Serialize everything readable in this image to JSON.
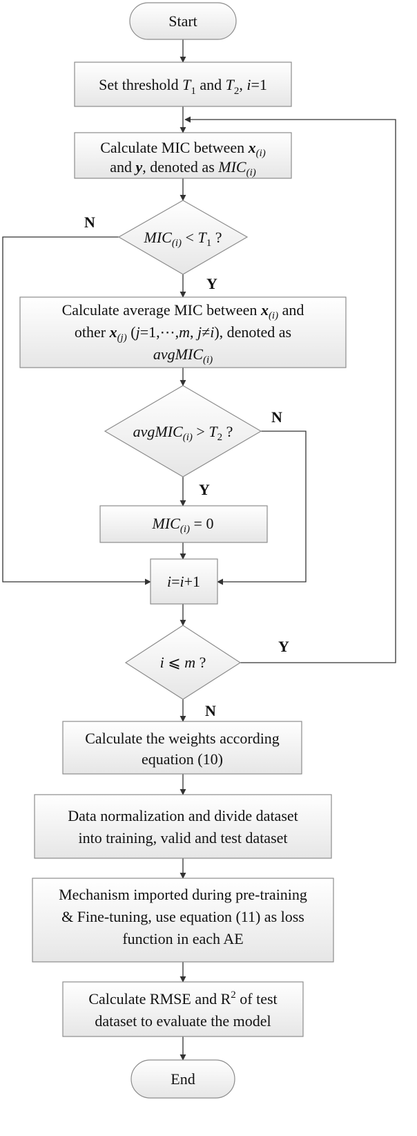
{
  "nodes": {
    "start": {
      "text": "Start"
    },
    "set_threshold": {
      "text_parts": [
        "Set threshold ",
        "T",
        "1",
        " and ",
        "T",
        "2",
        ", ",
        "i",
        "=1"
      ]
    },
    "calc_mic": {
      "line1_parts": [
        "Calculate MIC between ",
        "x",
        "(i)"
      ],
      "line2_parts": [
        "and ",
        "y",
        ", denoted as ",
        "MIC",
        "(i)"
      ]
    },
    "decision_mic": {
      "text_parts": [
        "MIC",
        "(i)",
        " < ",
        "T",
        "1",
        " ?"
      ]
    },
    "calc_avg": {
      "line1_parts": [
        "Calculate average MIC between ",
        "x",
        "(i)",
        " and"
      ],
      "line2_parts": [
        "other ",
        "x",
        "(j)",
        " (",
        "j",
        "=1,⋯,",
        "m",
        ", ",
        "j",
        "≠",
        "i",
        "), denoted as"
      ],
      "line3_parts": [
        "avgMIC",
        "(i)"
      ]
    },
    "decision_avg": {
      "text_parts": [
        "avgMIC",
        "(i)",
        " > ",
        "T",
        "2",
        " ?"
      ]
    },
    "set_zero": {
      "text_parts": [
        "MIC",
        "(i)",
        " = 0"
      ]
    },
    "increment": {
      "text_parts": [
        "i",
        "=",
        "i",
        "+1"
      ]
    },
    "decision_m": {
      "text_parts": [
        "i",
        " ⩽ ",
        "m",
        " ?"
      ]
    },
    "calc_weights": {
      "lines": [
        "Calculate the weights according",
        "equation (10)"
      ]
    },
    "normalize": {
      "lines": [
        "Data normalization and divide dataset",
        "into training, valid and test dataset"
      ]
    },
    "mechanism": {
      "lines": [
        "Mechanism imported during pre-training",
        "& Fine-tuning, use equation (11) as loss",
        "function in each AE"
      ]
    },
    "evaluate": {
      "line1_parts": [
        "Calculate RMSE and R",
        "2",
        " of test"
      ],
      "line2": "dataset to evaluate the model"
    },
    "end": {
      "text": "End"
    }
  },
  "edge_labels": {
    "mic_no": "N",
    "mic_yes": "Y",
    "avg_no": "N",
    "avg_yes": "Y",
    "m_yes": "Y",
    "m_no": "N"
  },
  "colors": {
    "box_top": "#ffffff",
    "box_bottom": "#e6e6e6",
    "border": "#8c8c8c",
    "line": "#333333"
  }
}
